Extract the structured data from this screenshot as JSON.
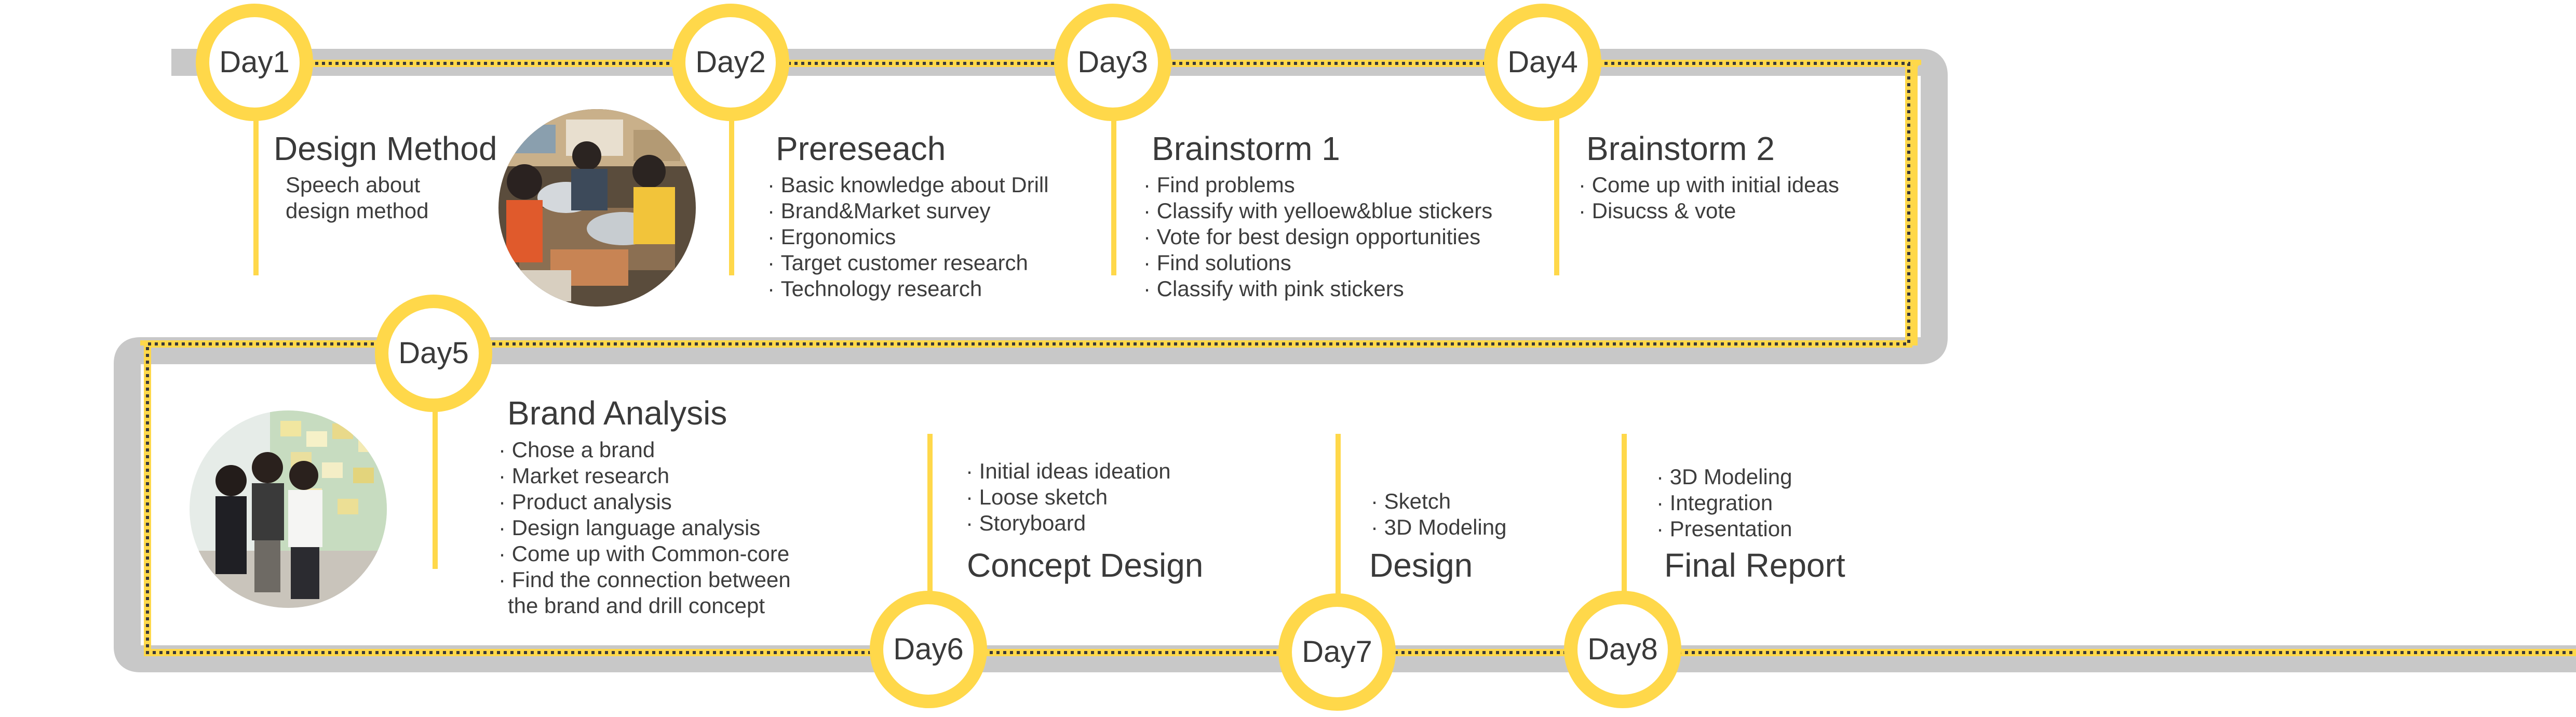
{
  "days": [
    "Day1",
    "Day2",
    "Day3",
    "Day4",
    "Day5",
    "Day6",
    "Day7",
    "Day8"
  ],
  "sections": {
    "day1": {
      "title": "Design Method",
      "text": [
        "Speech about",
        "design method"
      ]
    },
    "day2": {
      "title": "Prereseach",
      "items": [
        "Basic knowledge about Drill",
        "Brand&Market survey",
        "Ergonomics",
        "Target customer research",
        "Technology research"
      ]
    },
    "day3": {
      "title": "Brainstorm 1",
      "items": [
        "Find problems",
        "Classify with yelloew&blue stickers",
        "Vote for best design opportunities",
        "Find solutions",
        "Classify with pink stickers"
      ]
    },
    "day4": {
      "title": "Brainstorm 2",
      "items": [
        "Come up with initial ideas",
        "Disucss & vote"
      ]
    },
    "day5": {
      "title": "Brand Analysis",
      "items": [
        "Chose a brand",
        "Market research",
        "Product analysis",
        "Design language analysis",
        "Come up with Common-core",
        "Find the connection between"
      ],
      "continuation": "the brand and drill concept"
    },
    "day6": {
      "title": "Concept Design",
      "items": [
        "Initial ideas ideation",
        "Loose sketch",
        "Storyboard"
      ]
    },
    "day7": {
      "title": "Design",
      "items": [
        "Sketch",
        "3D Modeling"
      ]
    },
    "day8": {
      "title": "Final Report",
      "items": [
        "3D Modeling",
        "Integration",
        "Presentation"
      ]
    }
  },
  "colors": {
    "accent": "#ffd84a",
    "track": "#c8c8c8",
    "dots": "#3a3a3a",
    "text": "#3a3a3a"
  },
  "photos": [
    "team-workshop-photo",
    "brand-wall-photo"
  ]
}
